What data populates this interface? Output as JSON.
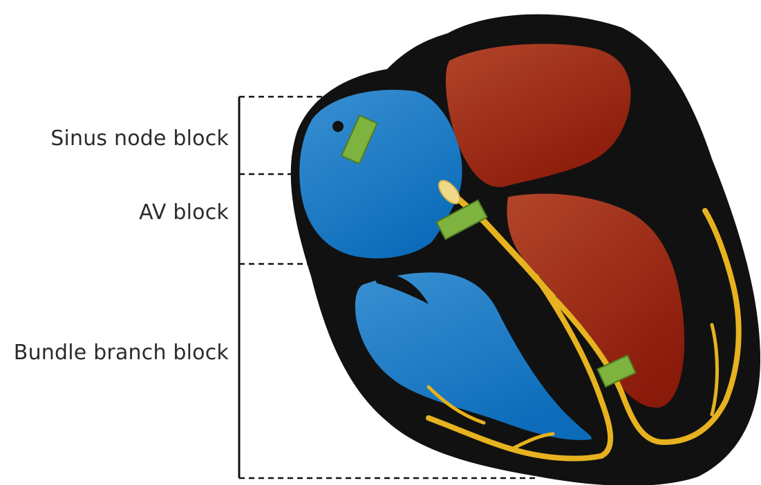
{
  "labels": {
    "sinus": "Sinus node block",
    "av": "AV block",
    "bundle": "Bundle branch block"
  },
  "colors": {
    "outline": "#111111",
    "right_heart": "#2a82c8",
    "left_heart": "#9a2a12",
    "conduction": "#e6b21f",
    "block_marker": "#7db33e",
    "text": "#2b2b2b"
  }
}
